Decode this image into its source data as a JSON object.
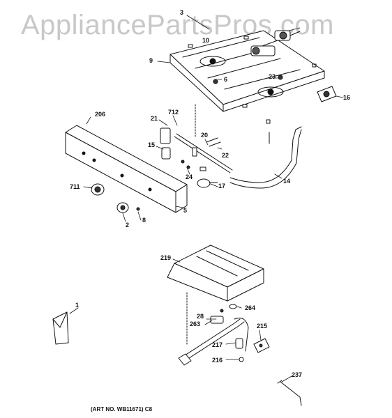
{
  "watermark": "AppliancePartsPros.com",
  "art_number": "(ART NO. WB11671) C8",
  "callouts": {
    "c3": "3",
    "c10": "10",
    "c9": "9",
    "c6": "6",
    "c23": "23",
    "c16": "16",
    "c206": "206",
    "c712": "712",
    "c21": "21",
    "c20": "20",
    "c15": "15",
    "c22": "22",
    "c24": "24",
    "c17": "17",
    "c14": "14",
    "c711": "711",
    "c5": "5",
    "c2": "2",
    "c8": "8",
    "c219": "219",
    "c1": "1",
    "c28": "28",
    "c264": "264",
    "c263": "263",
    "c215": "215",
    "c217": "217",
    "c216": "216",
    "c237": "237"
  },
  "colors": {
    "ink": "#111111",
    "watermark": "#c8c8c8"
  }
}
